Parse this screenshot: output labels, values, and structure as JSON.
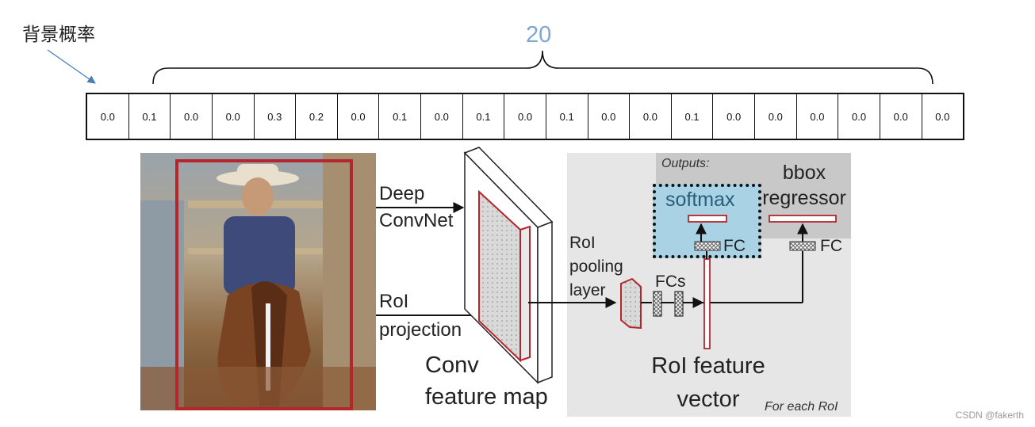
{
  "annotation": {
    "label": "背景概率"
  },
  "class_count": {
    "label": "20"
  },
  "probabilities": [
    "0.0",
    "0.1",
    "0.0",
    "0.0",
    "0.3",
    "0.2",
    "0.0",
    "0.1",
    "0.0",
    "0.1",
    "0.0",
    "0.1",
    "0.0",
    "0.0",
    "0.1",
    "0.0",
    "0.0",
    "0.0",
    "0.0",
    "0.0",
    "0.0"
  ],
  "diagram": {
    "deep_convnet": [
      "Deep",
      "ConvNet"
    ],
    "roi_projection": [
      "RoI",
      "projection"
    ],
    "conv_feature_map": [
      "Conv",
      "feature map"
    ],
    "roi_pooling_layer": [
      "RoI",
      "pooling",
      "layer"
    ],
    "fcs": "FCs",
    "outputs": "Outputs:",
    "softmax": "softmax",
    "fc_softmax": "FC",
    "bbox_regressor": [
      "bbox",
      "regressor"
    ],
    "fc_bbox": "FC",
    "roi_feature_vector": [
      "RoI feature",
      "vector"
    ],
    "for_each_roi": "For each RoI",
    "colors": {
      "accent_blue": "#7fa7d6",
      "red_box": "#b3262b",
      "softmax_bg": "#a9d3e4",
      "panel_bg": "#e6e6e6",
      "outputs_bg": "#c8c8c8"
    }
  },
  "watermark": "CSDN @fakerth"
}
